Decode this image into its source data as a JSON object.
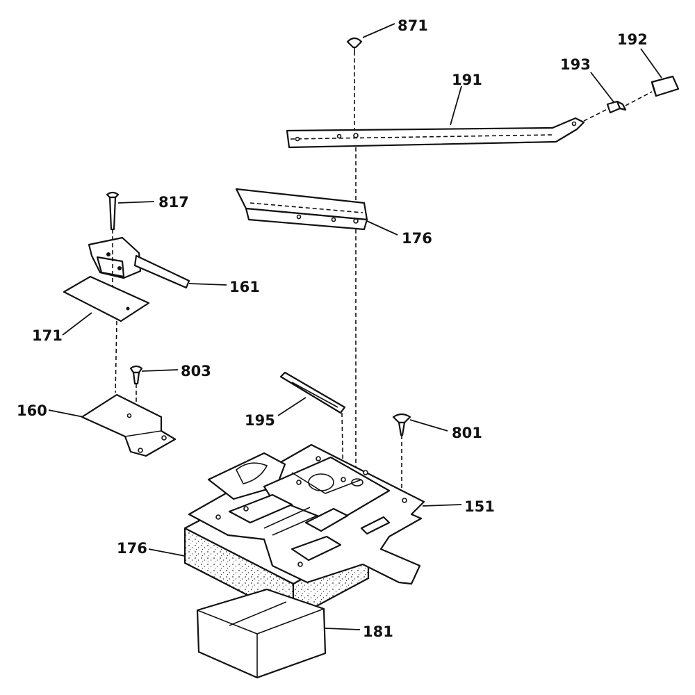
{
  "labels": {
    "screw_871": "871",
    "rod_191": "191",
    "part_193": "193",
    "knob_192": "192",
    "screw_817": "817",
    "bracket_176_top": "176",
    "switch_161": "161",
    "insulator_171": "171",
    "screw_803": "803",
    "bracket_160": "160",
    "pin_195": "195",
    "screw_801": "801",
    "frame_151": "151",
    "housing_176": "176",
    "block_181": "181"
  }
}
